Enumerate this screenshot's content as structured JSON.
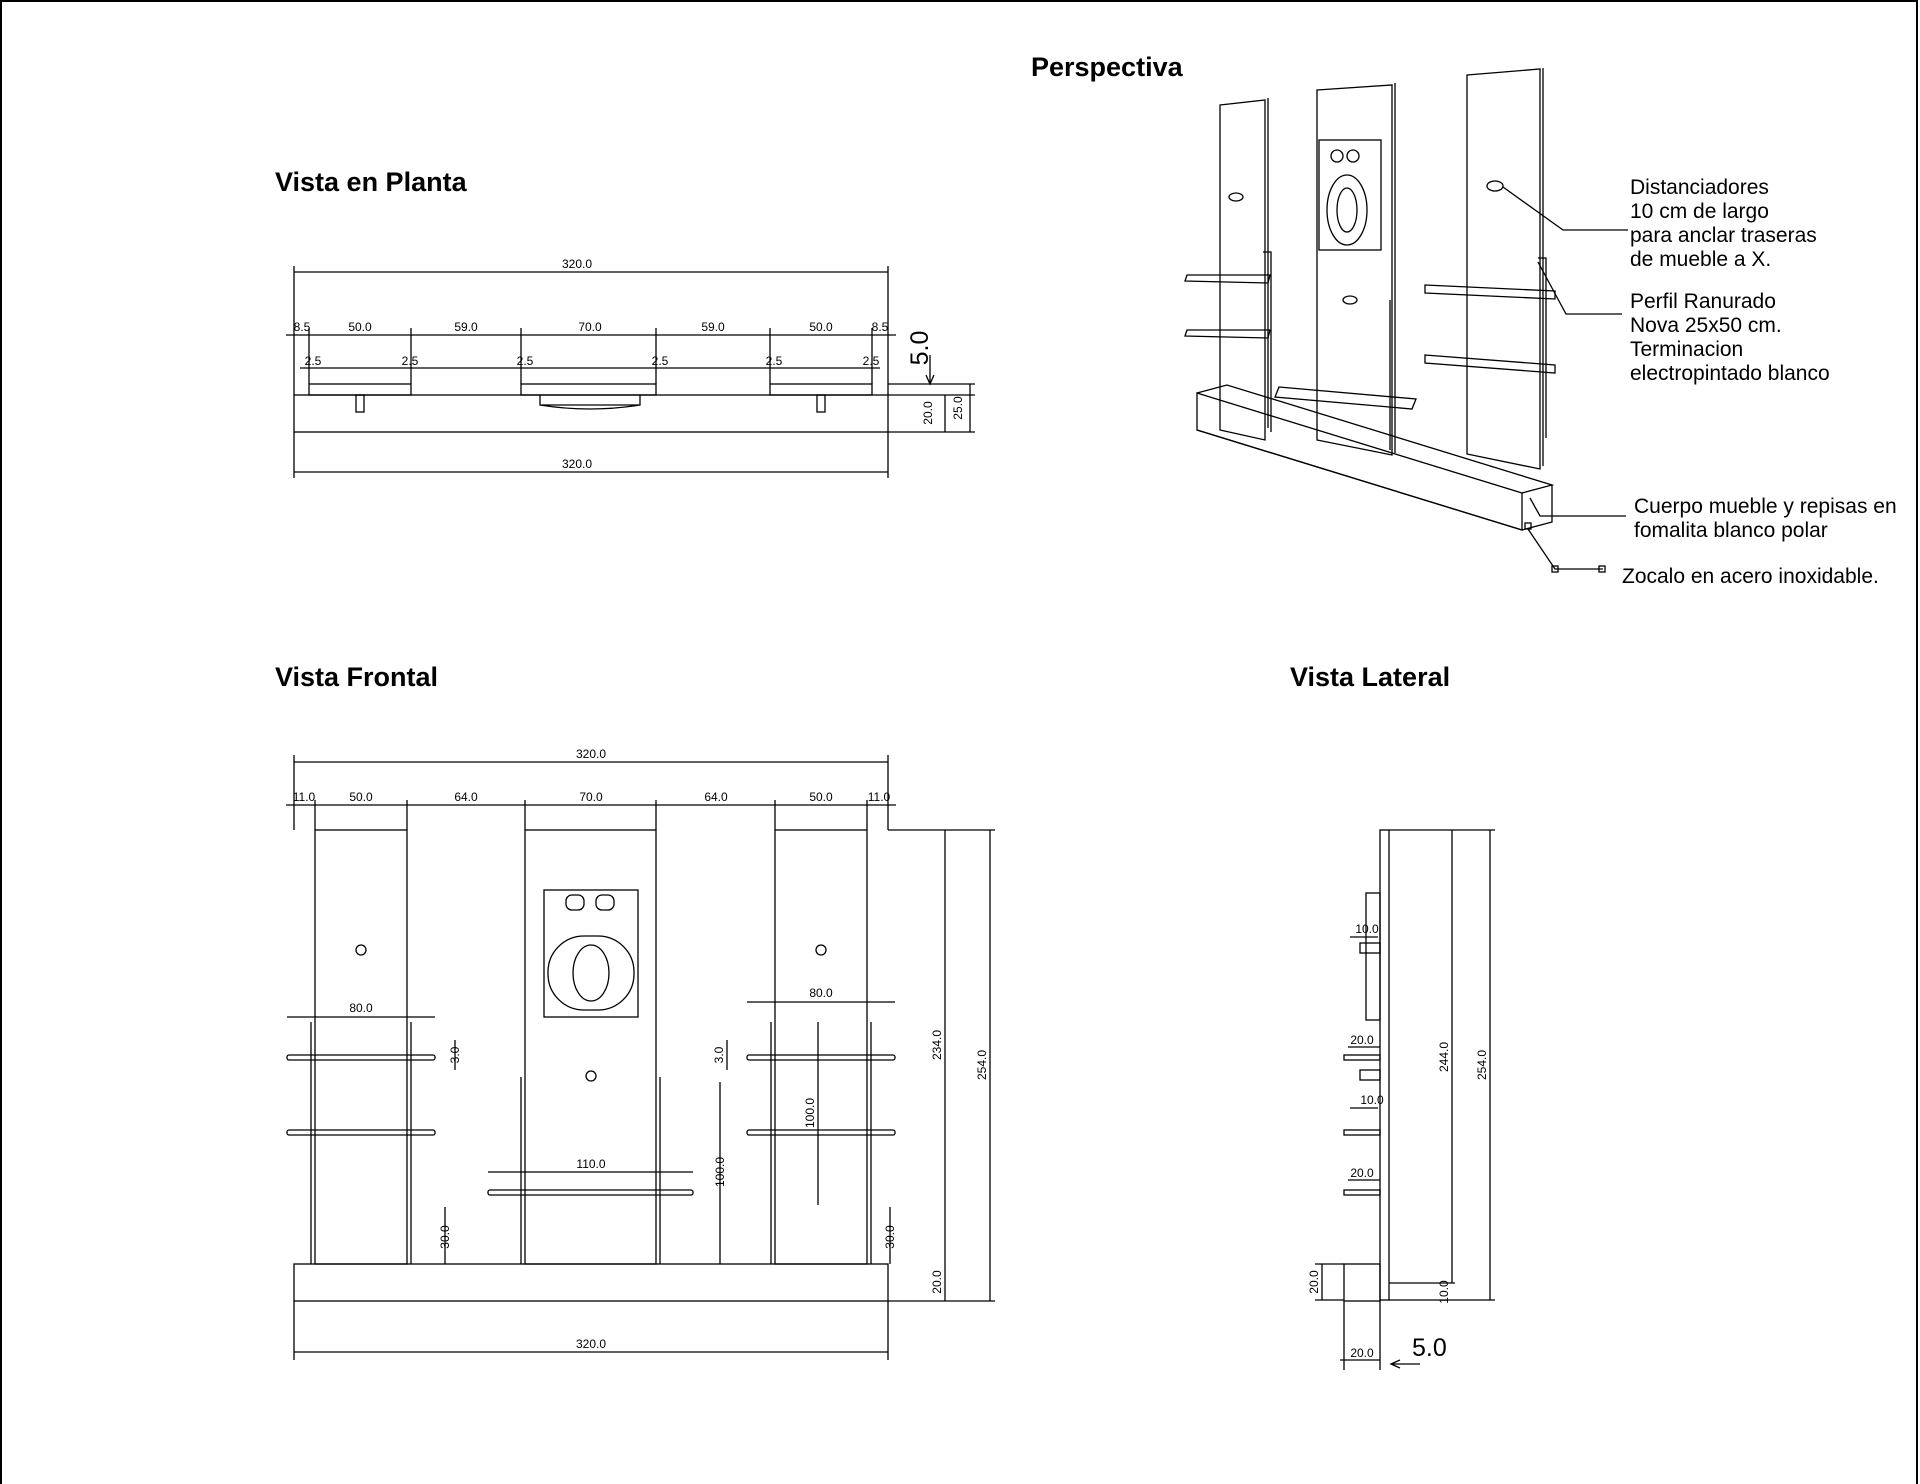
{
  "titles": {
    "perspectiva": "Perspectiva",
    "planta": "Vista en Planta",
    "frontal": "Vista Frontal",
    "lateral": "Vista Lateral"
  },
  "notes": {
    "distanciadores": [
      "Distanciadores",
      "10 cm de largo",
      "para anclar traseras",
      "de mueble a X."
    ],
    "perfil": [
      "Perfil Ranurado",
      "Nova 25x50 cm.",
      "Terminacion",
      "electropintado blanco"
    ],
    "cuerpo": [
      "Cuerpo mueble y repisas en",
      "fomalita blanco polar"
    ],
    "zocalo": "Zocalo en acero inoxidable."
  },
  "planta_dims": {
    "total_top": "320.0",
    "total_bottom": "320.0",
    "segments": [
      "8.5",
      "50.0",
      "59.0",
      "70.0",
      "59.0",
      "50.0",
      "8.5"
    ],
    "gaps": [
      "2.5",
      "2.5",
      "2.5",
      "2.5",
      "2.5",
      "2.5"
    ],
    "depth_small": "20.0",
    "depth_total": "25.0",
    "offset": "5.0"
  },
  "frontal_dims": {
    "total_top": "320.0",
    "total_bottom": "320.0",
    "segments": [
      "11.0",
      "50.0",
      "64.0",
      "70.0",
      "64.0",
      "50.0",
      "11.0"
    ],
    "shelf_left": "80.0",
    "shelf_right": "80.0",
    "shelf_center": "110.0",
    "gap_left": "3.0",
    "gap_right": "3.0",
    "span_right": "100.0",
    "span_center": "100.0",
    "base_left": "30.0",
    "base_right": "30.0",
    "height_234": "234.0",
    "height_254": "254.0",
    "plinth": "20.0"
  },
  "lateral_dims": {
    "d_top": "10.0",
    "d_shelf1": "20.0",
    "d_mid": "10.0",
    "d_shelf2": "20.0",
    "plinth_h": "20.0",
    "plinth_w": "20.0",
    "gap_bottom": "10.0",
    "height_244": "244.0",
    "height_254": "254.0",
    "offset": "5.0"
  }
}
